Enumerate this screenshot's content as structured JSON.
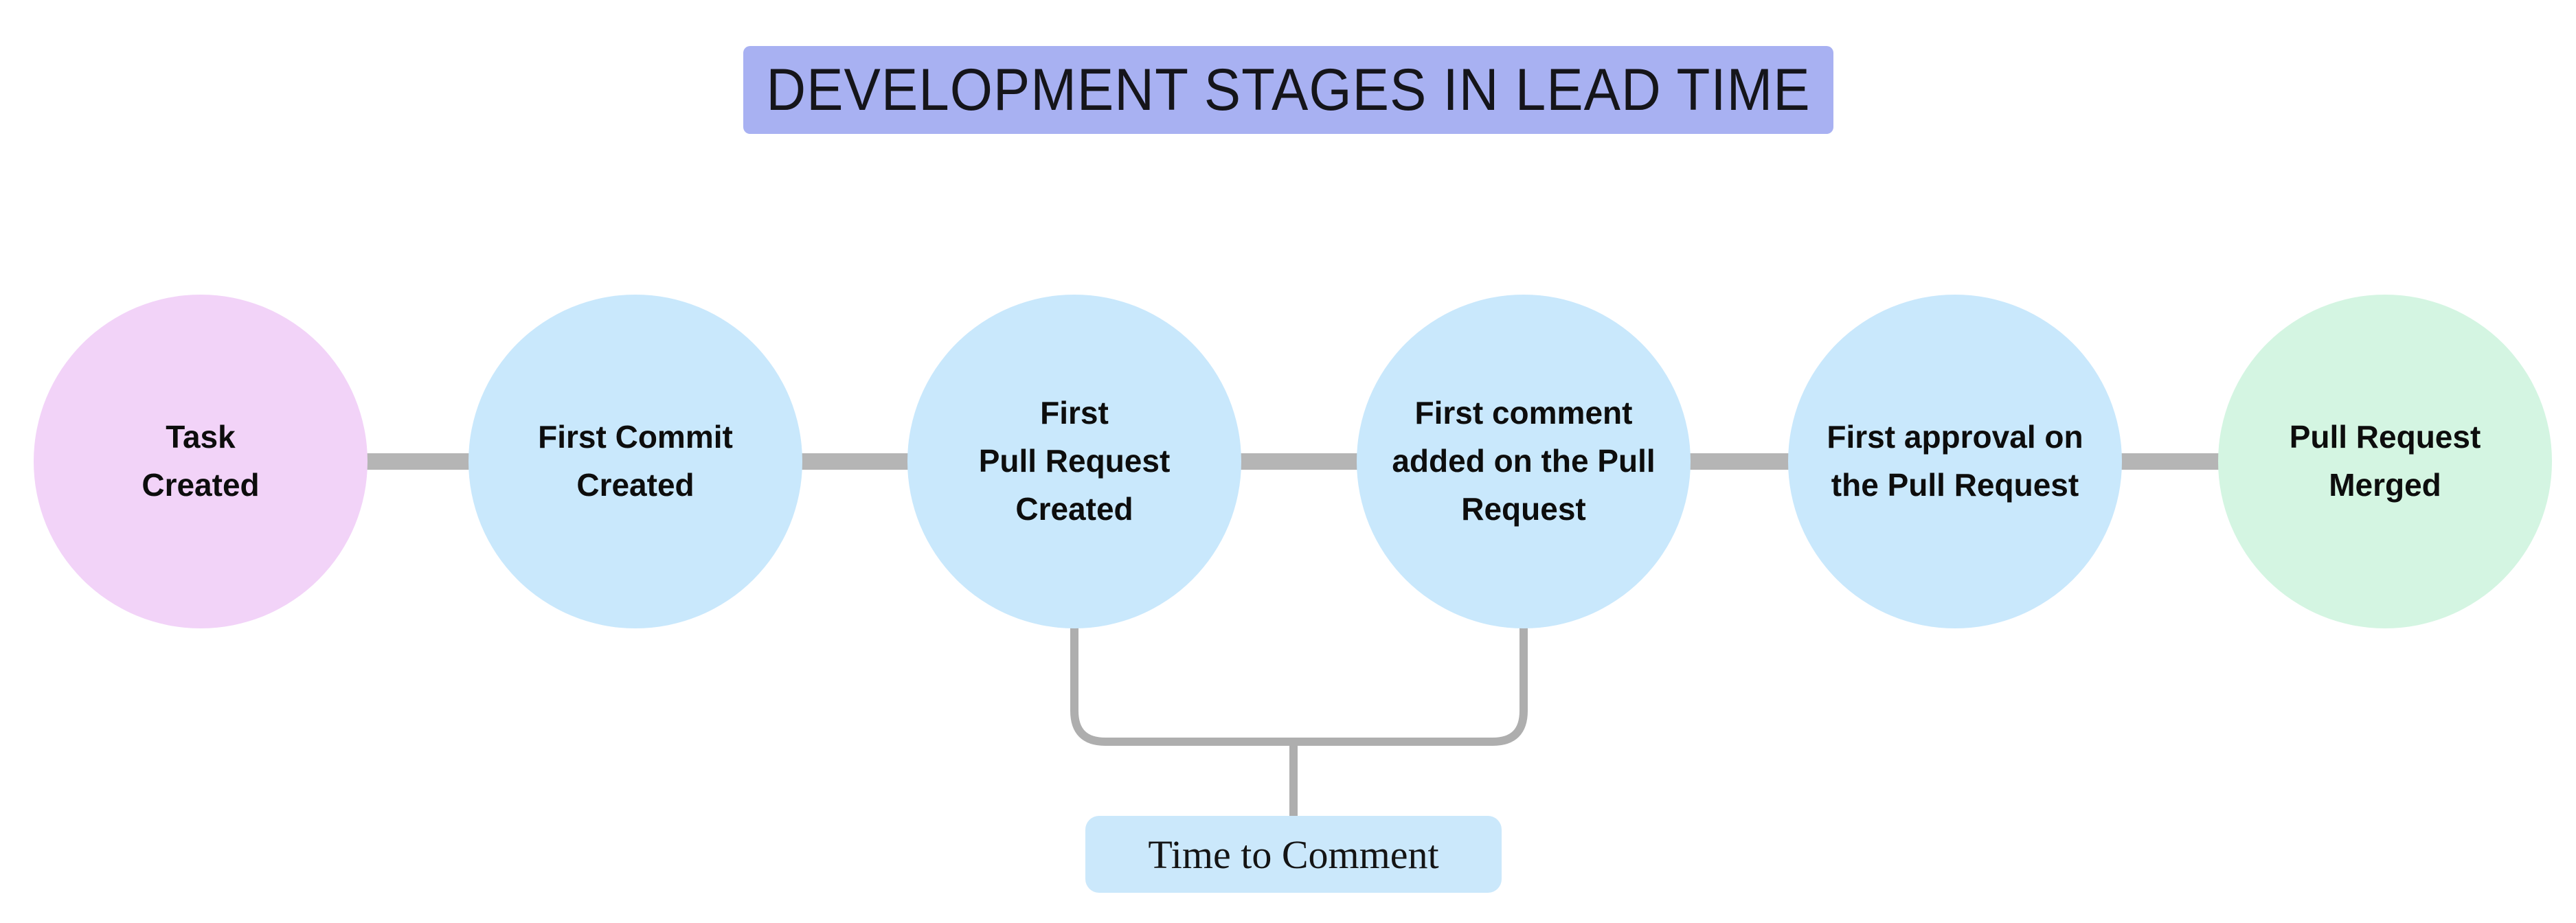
{
  "title": "DEVELOPMENT STAGES IN LEAD TIME",
  "stages": [
    {
      "label": "Task\nCreated",
      "color": "#f2d3f8",
      "role": "start"
    },
    {
      "label": "First Commit\nCreated",
      "color": "#c9e8fc",
      "role": "middle"
    },
    {
      "label": "First\nPull Request\nCreated",
      "color": "#c9e8fc",
      "role": "middle"
    },
    {
      "label": "First comment\nadded on the Pull\nRequest",
      "color": "#c9e8fc",
      "role": "middle"
    },
    {
      "label": "First approval on\nthe Pull Request",
      "color": "#c9e8fc",
      "role": "middle"
    },
    {
      "label": "Pull Request\nMerged",
      "color": "#d4f5e2",
      "role": "end"
    }
  ],
  "bottom_label": {
    "text": "Time to Comment",
    "background": "#cbe8fb"
  },
  "colors": {
    "title_banner": "#a8b1f2",
    "connector": "#b5b5b5",
    "bracket": "#aeaeae",
    "background": "#ffffff",
    "text": "#0d0d0d"
  }
}
